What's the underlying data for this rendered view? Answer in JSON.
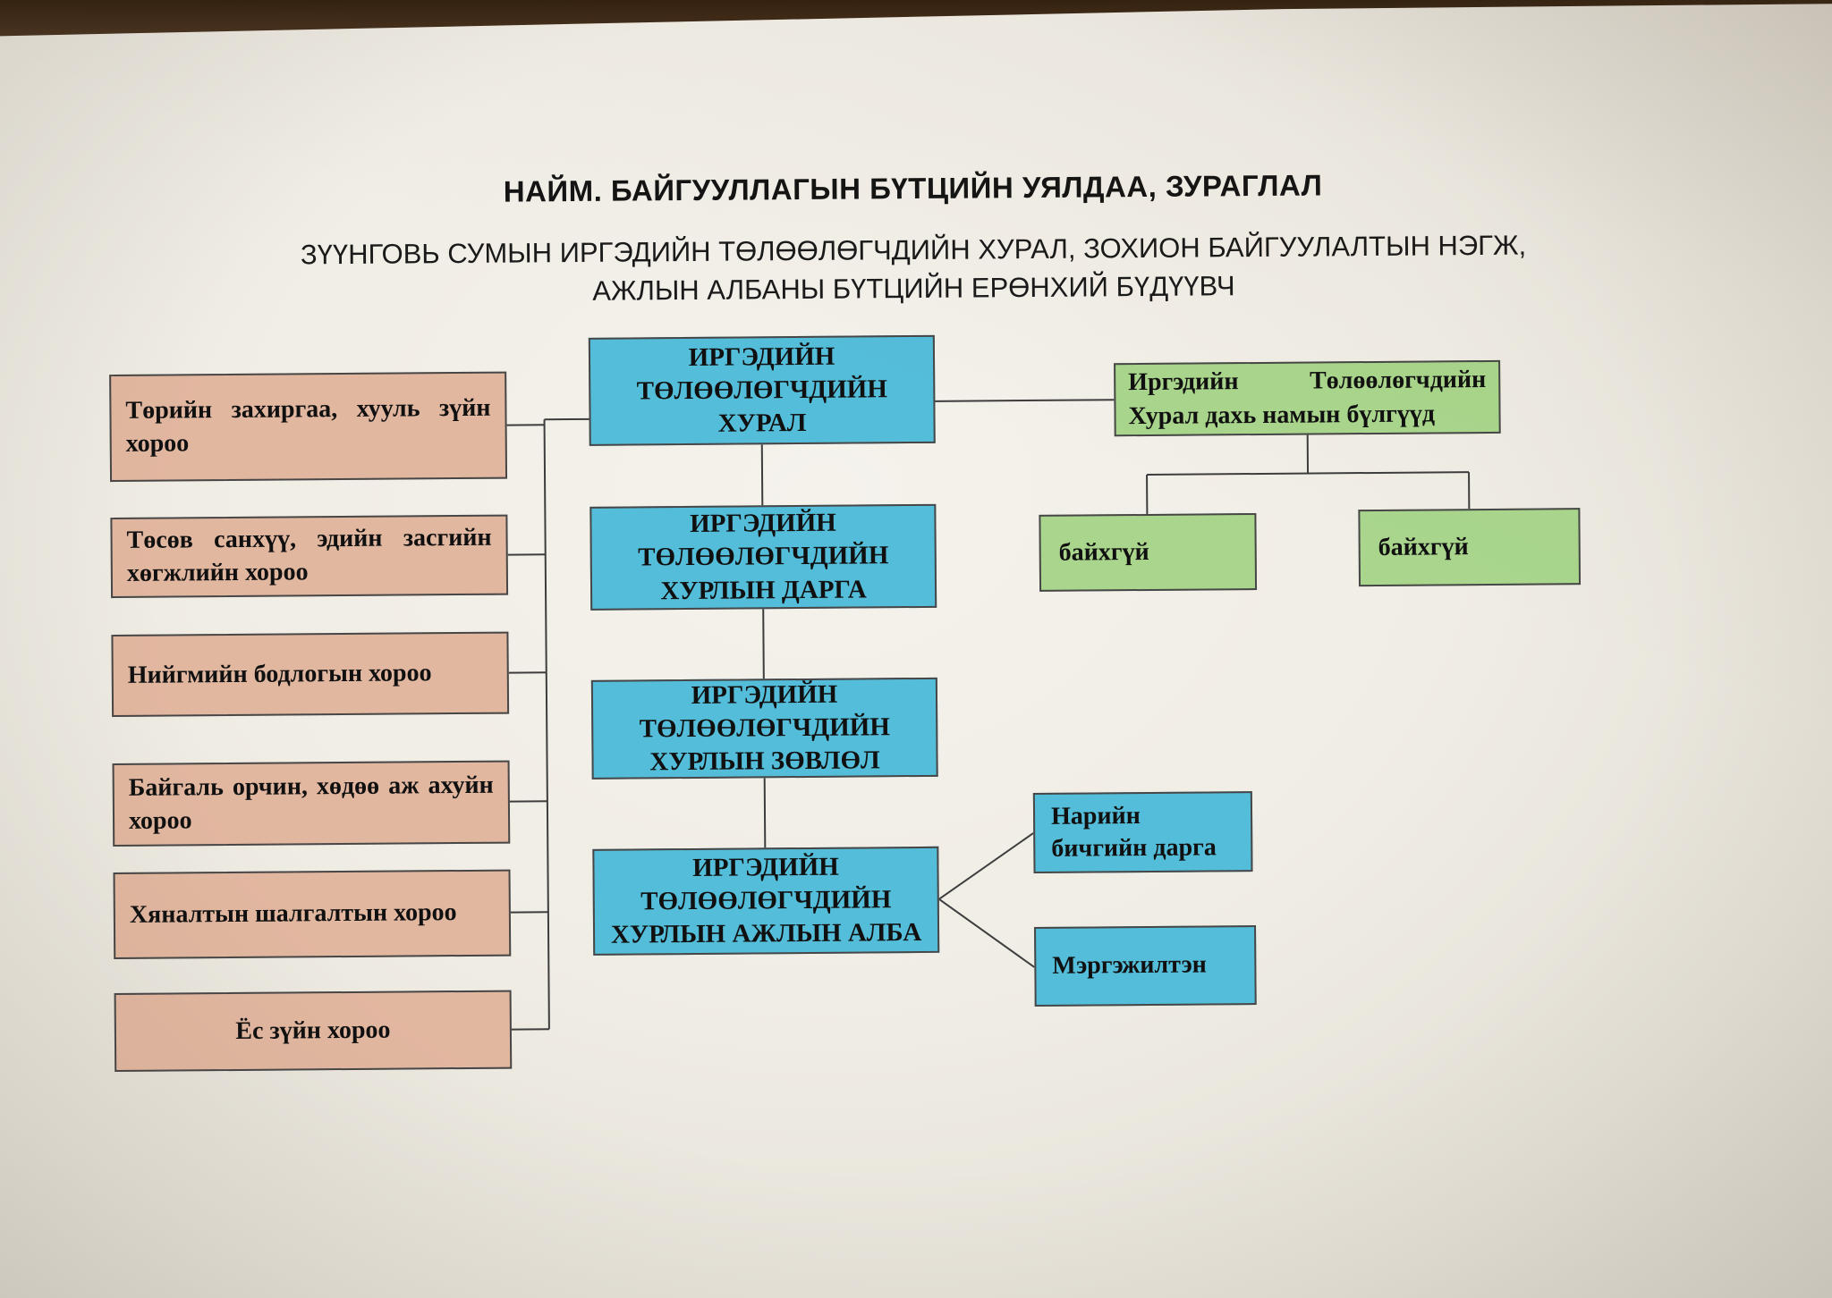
{
  "page": {
    "title": "НАЙМ. БАЙГУУЛЛАГЫН БҮТЦИЙН УЯЛДАА, ЗУРАГЛАЛ",
    "subtitle_line1": "ЗҮҮНГОВЬ СУМЫН ИРГЭДИЙН ТӨЛӨӨЛӨГЧДИЙН ХУРАЛ, ЗОХИОН БАЙГУУЛАЛТЫН НЭГЖ,",
    "subtitle_line2": "АЖЛЫН АЛБАНЫ БҮТЦИЙН ЕРӨНХИЙ БҮДҮҮВЧ"
  },
  "chart_data": {
    "type": "org-chart",
    "main_chain": [
      "ИРГЭДИЙН ТӨЛӨӨЛӨГЧДИЙН ХУРАЛ",
      "ИРГЭДИЙН ТӨЛӨӨЛӨГЧДИЙН ХУРЛЫН ДАРГА",
      "ИРГЭДИЙН ТӨЛӨӨЛӨГЧДИЙН ХУРЛЫН ЗӨВЛӨЛ",
      "ИРГЭДИЙН ТӨЛӨӨЛӨГЧДИЙН ХУРЛЫН АЖЛЫН АЛБА"
    ],
    "committees": [
      "Төрийн захиргаа, хууль зүйн хороо",
      "Төсөв санхүү, эдийн засгийн хөгжлийн хороо",
      "Нийгмийн бодлогын хороо",
      "Байгаль орчин, хөдөө аж ахуйн хороо",
      "Хяналтын шалгалтын хороо",
      "Ёс зүйн хороо"
    ],
    "party_groups": {
      "header_line1": "Иргэдийн Төлөөлөгчдийн",
      "header_line2": "Хурал дахь намын бүлгүүд",
      "children": [
        "байхгүй",
        "байхгүй"
      ]
    },
    "staff": [
      "Нарийн бичгийн дарга",
      "Мэргэжилтэн"
    ],
    "edges": [
      {
        "from": "committees (all 6)",
        "to": "hural"
      },
      {
        "from": "hural",
        "to": "hurliin-darga"
      },
      {
        "from": "hurliin-darga",
        "to": "hurliin-zovlol"
      },
      {
        "from": "hurliin-zovlol",
        "to": "ajliin-alba"
      },
      {
        "from": "hural",
        "to": "party-groups-header"
      },
      {
        "from": "party-groups-header",
        "to": "baihgui-1"
      },
      {
        "from": "party-groups-header",
        "to": "baihgui-2"
      },
      {
        "from": "ajliin-alba",
        "to": "nariin-bichgiin-darga"
      },
      {
        "from": "ajliin-alba",
        "to": "mergejilten"
      }
    ],
    "colors": {
      "main_chain": "#54bdd9",
      "committees": "#e2b7a0",
      "party_groups": "#a9d68c",
      "staff": "#54bdd9"
    }
  }
}
